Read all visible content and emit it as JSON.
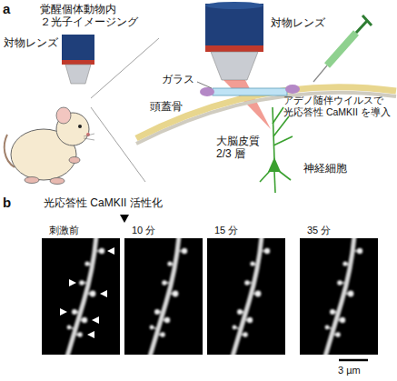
{
  "diagram": {
    "nodes": [
      {
        "text": [
          "刺激前"
        ]
      },
      {
        "text": [
          "10 分"
        ]
      },
      {
        "text": [
          "15 分"
        ]
      },
      {
        "text": [
          "35 分"
        ]
      }
    ],
    "labels": [
      "a",
      "覚醒個体動物内 ２光子イメージング",
      "対物レンズ",
      "対物レンズ",
      "ガラス",
      "頭蓋骨",
      "アデノ随伴ウイルスで 光応答性 CaMKII を導入",
      "大脳皮質 2/3 層",
      "神経細胞",
      "b",
      "光応答性 CaMKII 活性化",
      "3 µm"
    ]
  }
}
